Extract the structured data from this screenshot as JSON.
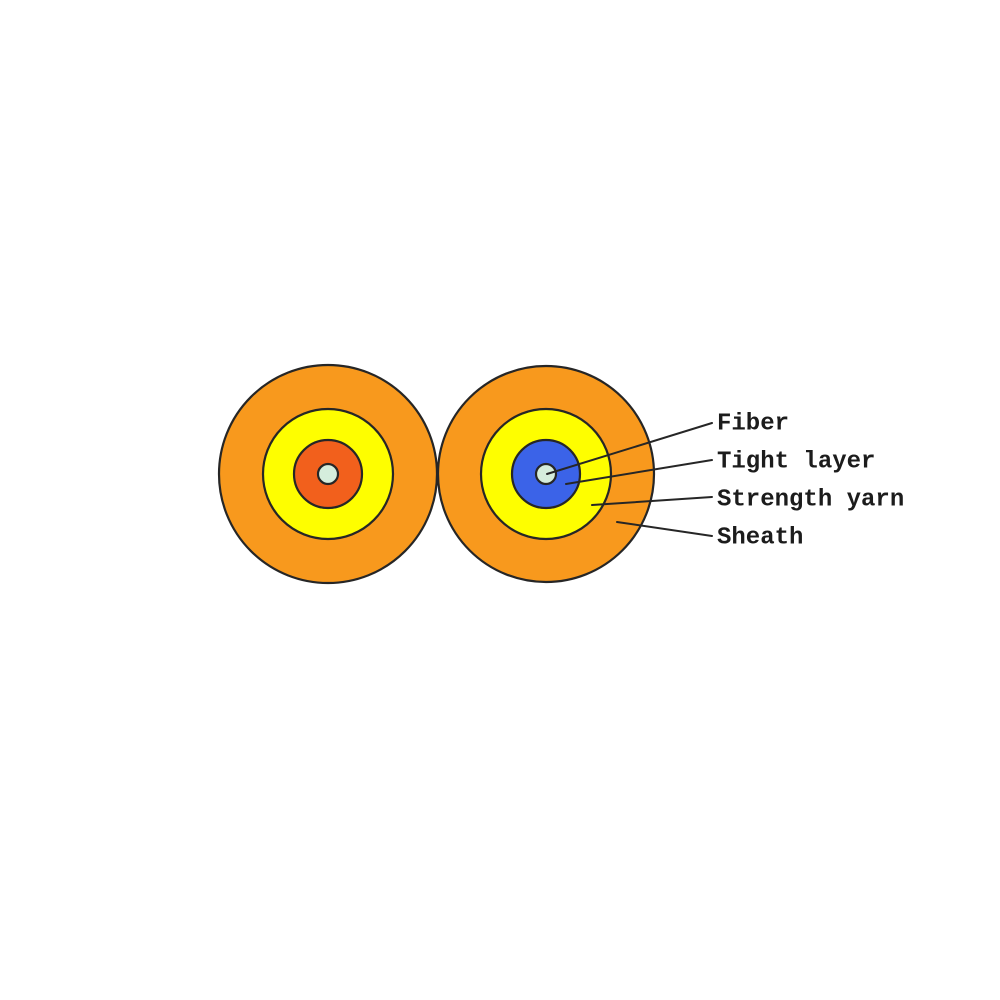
{
  "diagram": {
    "labels": [
      {
        "text": "Fiber"
      },
      {
        "text": "Tight layer"
      },
      {
        "text": "Strength yarn"
      },
      {
        "text": "Sheath"
      }
    ],
    "colors": {
      "sheath": "#F8991D",
      "strength_yarn": "#FEFE00",
      "tight_layer_left": "#F2601C",
      "tight_layer_right": "#3B63E8",
      "fiber": "#D5EDDC",
      "outline": "#262626"
    }
  }
}
